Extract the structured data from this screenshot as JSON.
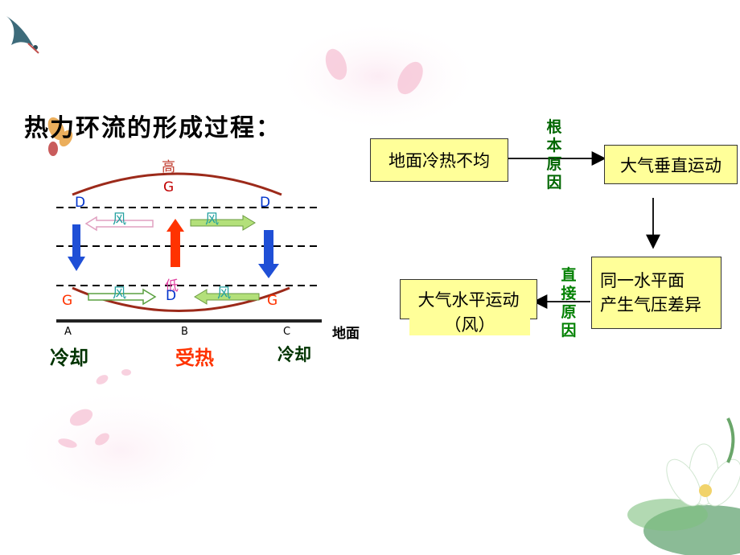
{
  "slide": {
    "title": "热力环流的形成过程：",
    "diagram": {
      "high_label": "高",
      "top_g": "G",
      "upper_left_d": "D",
      "upper_right_d": "D",
      "upper_wind_left": "风",
      "upper_wind_right": "风",
      "lower_wind_left": "风",
      "lower_wind_right": "风",
      "low_label": "低",
      "lower_d": "D",
      "lower_left_g": "G",
      "lower_right_g": "G",
      "point_a": "A",
      "point_b": "B",
      "point_c": "C",
      "ground_label": "地面",
      "label_cool_left": "冷却",
      "label_heat": "受热",
      "label_cool_right": "冷却"
    },
    "flow": {
      "box_uneven": "地面冷热不均",
      "box_vertical": "大气垂直运动",
      "box_pressure_line1": "同一水平面",
      "box_pressure_line2": "产生气压差异",
      "box_horizontal_line1": "大气水平运动",
      "box_horizontal_line2": "（风）",
      "root_cause": "根本原因",
      "direct_cause": "直接原因"
    },
    "colors": {
      "root_cause_text": "#006600",
      "direct_cause_text": "#008000",
      "box_fill": "#ffff99",
      "arc": "#9c2a1a",
      "down_arrow": "#1f4fd6",
      "up_arrow": "#ff3300",
      "wind_arrow": "#b3e07a"
    }
  }
}
